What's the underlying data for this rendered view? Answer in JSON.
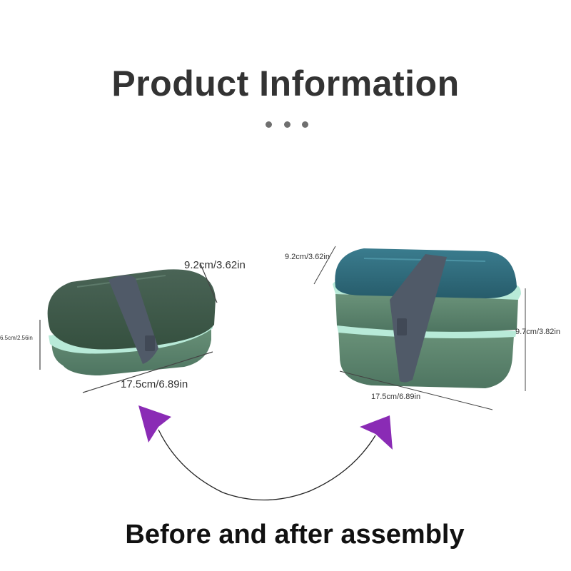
{
  "header": {
    "title": "Product Information",
    "dots_icon": "ellipsis-icon"
  },
  "before": {
    "width_label": "9.2cm/3.62in",
    "height_label": "6.5cm/2.56in",
    "length_label": "17.5cm/6.89in"
  },
  "after": {
    "width_label": "9.2cm/3.62in",
    "height_label": "9.7cm/3.82in",
    "length_label": "17.5cm/6.89in"
  },
  "caption": "Before and after assembly",
  "colors": {
    "box_green": "#59806a",
    "lid_dark": "#3f5a4c",
    "lid_blue": "#2f6a7a",
    "rim_mint": "#b8ead8",
    "strap": "#505a68",
    "arrow_purple": "#8a2bb5"
  }
}
